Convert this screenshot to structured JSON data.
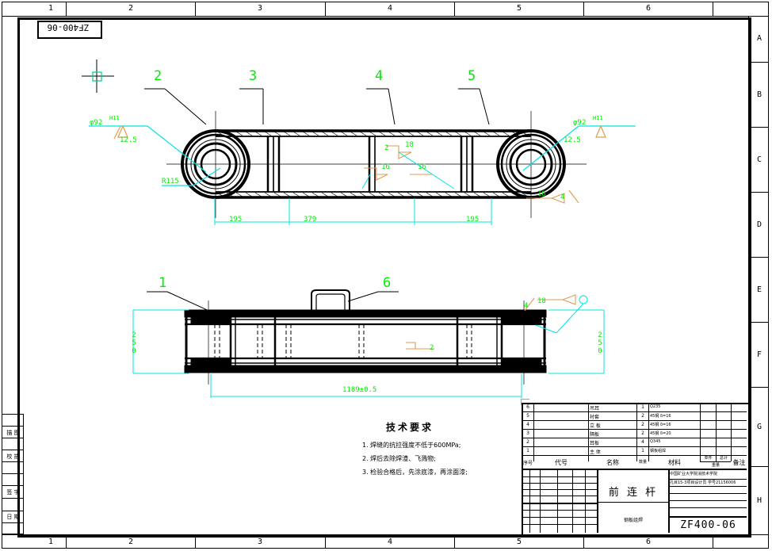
{
  "document": {
    "drawing_number": "ZF400-06",
    "title_cn": "前 连 杆",
    "corner_tag": "ZF400-06"
  },
  "frame": {
    "columns": [
      "1",
      "2",
      "3",
      "4",
      "5",
      "6"
    ],
    "rows": [
      "A",
      "B",
      "C",
      "D",
      "E",
      "F",
      "G",
      "H"
    ]
  },
  "left_block": {
    "rows": [
      "",
      "描  图",
      "",
      "校  描",
      "",
      "",
      "签  字",
      "",
      "日  期",
      ""
    ]
  },
  "balloons": [
    {
      "id": "1",
      "label": "1"
    },
    {
      "id": "2",
      "label": "2"
    },
    {
      "id": "3",
      "label": "3"
    },
    {
      "id": "4",
      "label": "4"
    },
    {
      "id": "5",
      "label": "5"
    },
    {
      "id": "6",
      "label": "6"
    }
  ],
  "annotations": {
    "bore_left": "φ92",
    "bore_left_tol": "H11",
    "bore_left_rough": "12.5",
    "bore_right": "φ92",
    "bore_right_tol": "H11",
    "bore_right_rough": "12.5",
    "radius": "R115"
  },
  "dimensions": {
    "top_left_195": "195",
    "top_mid_379": "379",
    "top_right_195": "195",
    "front_height_left": "250",
    "front_height_right": "250",
    "front_length": "1189±0.5"
  },
  "weld_symbols": [
    {
      "id": "w1",
      "leg": "2",
      "len": ""
    },
    {
      "id": "w2",
      "leg": "18",
      "len": ""
    },
    {
      "id": "w3",
      "leg": "16",
      "len": ""
    },
    {
      "id": "w4",
      "leg": "16",
      "len": ""
    },
    {
      "id": "w5",
      "leg": "18",
      "len": "4"
    },
    {
      "id": "w6",
      "leg": "2",
      "len": ""
    },
    {
      "id": "w7",
      "leg": "4",
      "len": "18"
    }
  ],
  "tech_notes": {
    "heading": "技术要求",
    "items": [
      "1. 焊缝的抗拉强度不低于600MPa;",
      "2. 焊后去除焊渣、飞溅物;",
      "3. 检验合格后，先涂底漆，再涂面漆;"
    ]
  },
  "title_block": {
    "headers": {
      "序号": "序号",
      "代号": "代号",
      "名称": "名称",
      "数量": "数量",
      "材料": "材料",
      "单件": "单件",
      "总计": "总计",
      "重量": "重量",
      "备注": "备注"
    },
    "parts": [
      {
        "no": "6",
        "code": "",
        "name": "吊耳",
        "qty": "1",
        "material": "Q235"
      },
      {
        "no": "5",
        "code": "",
        "name": "衬套",
        "qty": "2",
        "material": "45钢 δ=16"
      },
      {
        "no": "4",
        "code": "",
        "name": "立 板",
        "qty": "2",
        "material": "45钢 δ=16"
      },
      {
        "no": "3",
        "code": "",
        "name": "隔板",
        "qty": "2",
        "material": "45钢 δ=20"
      },
      {
        "no": "2",
        "code": "",
        "name": "耳板",
        "qty": "4",
        "material": "Q345"
      },
      {
        "no": "1",
        "code": "",
        "name": "主 体",
        "qty": "1",
        "material": "钢板组焊"
      }
    ],
    "institute": "中国矿业大学院消技术学院",
    "project": "孔目15-3项目设计员  学号21156006",
    "material_note": "钢板组焊"
  }
}
